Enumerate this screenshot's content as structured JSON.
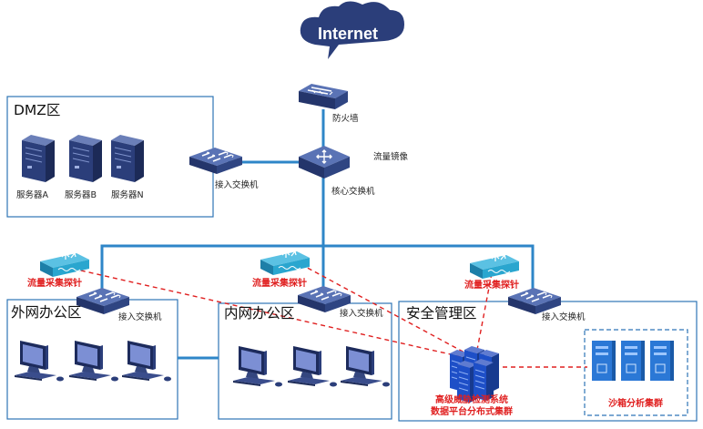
{
  "cloud": {
    "label": "Internet"
  },
  "firewall": {
    "label": "防火墙"
  },
  "core_switch": {
    "label": "核心交换机",
    "mirror_label": "流量镜像"
  },
  "dmz": {
    "title": "DMZ区",
    "servers": [
      {
        "label": "服务器A"
      },
      {
        "label": "服务器B"
      },
      {
        "label": "服务器N"
      }
    ],
    "switch_label": "接入交换机"
  },
  "zones": {
    "outer_office": {
      "title": "外网办公区",
      "switch_label": "接入交换机",
      "probe_label": "流量采集探针"
    },
    "inner_office": {
      "title": "内网办公区",
      "switch_label": "接入交换机",
      "probe_label": "流量采集探针"
    },
    "security": {
      "title": "安全管理区",
      "switch_label": "接入交换机",
      "probe_label": "流量采集探针"
    }
  },
  "platform": {
    "line1": "高级威胁检测系统",
    "line2": "数据平台分布式集群"
  },
  "sandbox": {
    "label": "沙箱分析集群"
  },
  "colors": {
    "network_blue": "#2e86c8",
    "device_navy": "#2b3e7a",
    "mirror_red": "#e02020",
    "probe_cyan": "#2aa6cf",
    "zone_border": "#2e75b6"
  },
  "icons": {
    "cloud": "cloud-icon",
    "firewall": "firewall-icon",
    "core_switch": "core-switch-icon",
    "access_switch": "access-switch-icon",
    "probe": "traffic-probe-icon",
    "server": "server-tower-icon",
    "workstation": "workstation-icon",
    "cluster": "server-cluster-icon"
  }
}
